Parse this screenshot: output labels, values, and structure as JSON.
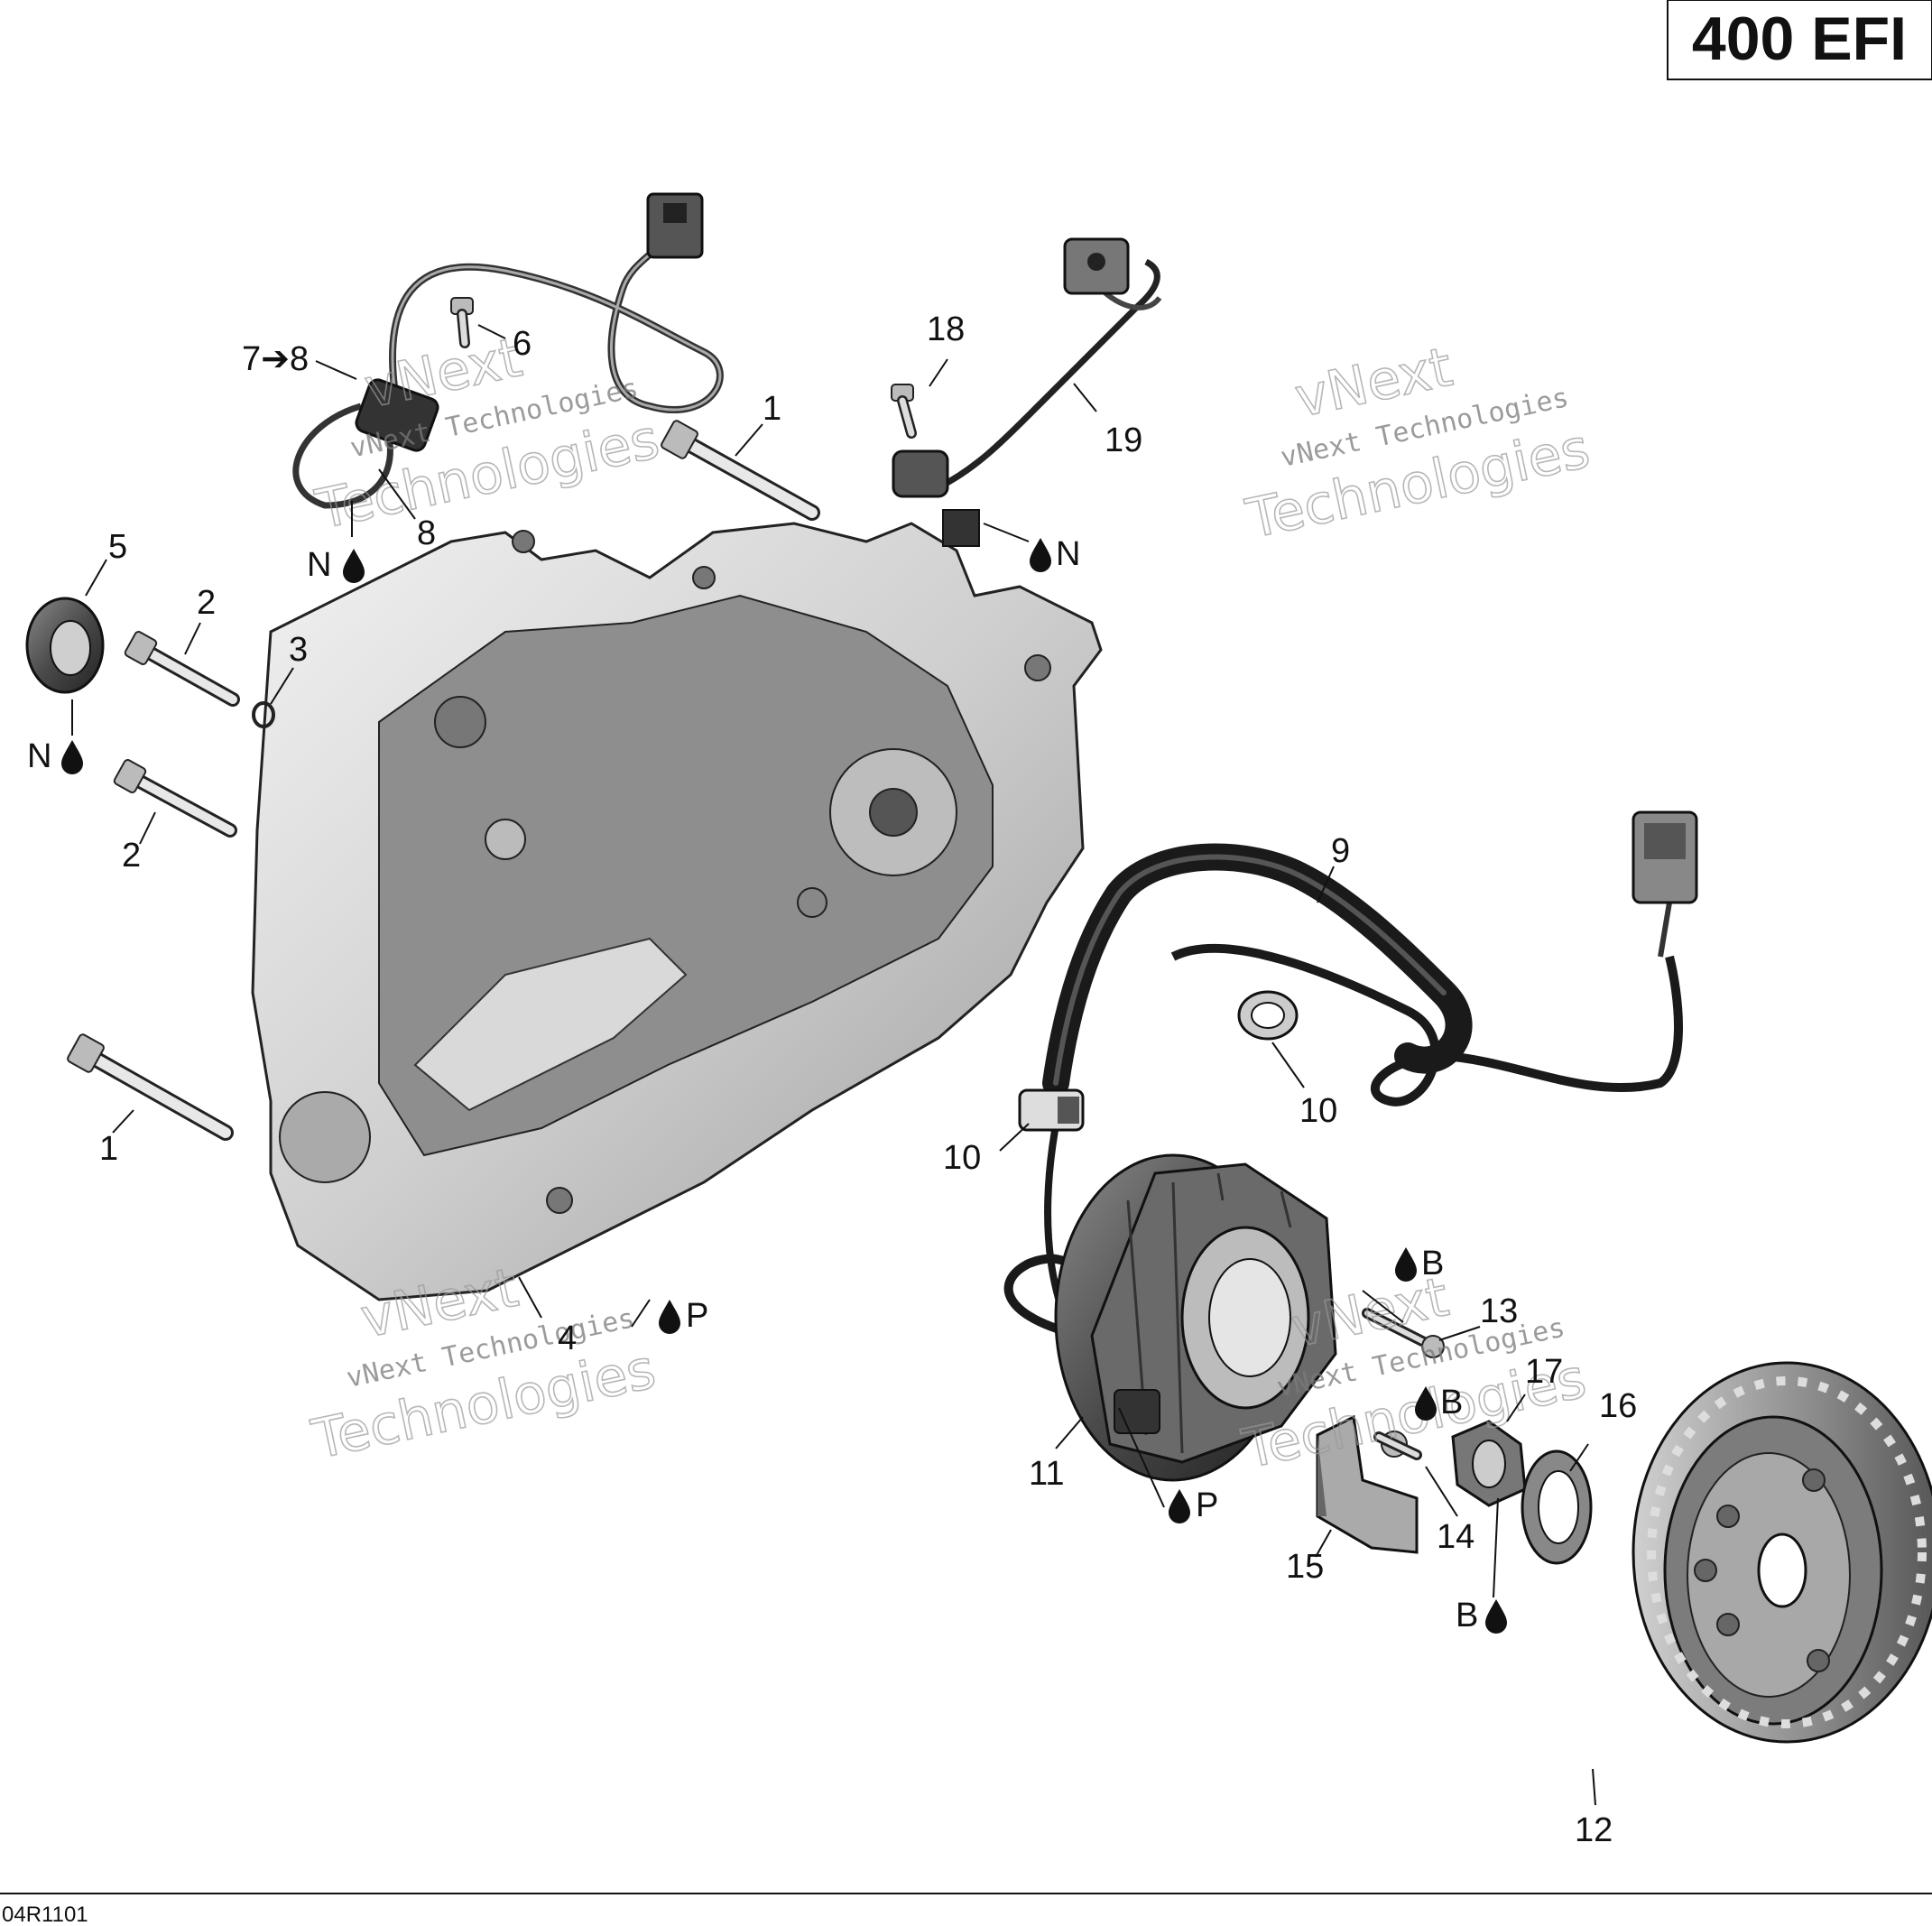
{
  "model_label": "400 EFI",
  "reference_code": "04R1101",
  "watermark": {
    "line1": "vNext",
    "line2": "vNext Technologies",
    "line3": "Technologies"
  },
  "callouts": [
    {
      "id": "c1a",
      "text": "1"
    },
    {
      "id": "c1b",
      "text": "1"
    },
    {
      "id": "c2a",
      "text": "2"
    },
    {
      "id": "c2b",
      "text": "2"
    },
    {
      "id": "c3",
      "text": "3"
    },
    {
      "id": "c4",
      "text": "4"
    },
    {
      "id": "c5",
      "text": "5"
    },
    {
      "id": "c6",
      "text": "6"
    },
    {
      "id": "c7",
      "text": "7➔8"
    },
    {
      "id": "c8",
      "text": "8"
    },
    {
      "id": "c9",
      "text": "9"
    },
    {
      "id": "c10a",
      "text": "10"
    },
    {
      "id": "c10b",
      "text": "10"
    },
    {
      "id": "c11",
      "text": "11"
    },
    {
      "id": "c12",
      "text": "12"
    },
    {
      "id": "c13",
      "text": "13"
    },
    {
      "id": "c14",
      "text": "14"
    },
    {
      "id": "c15",
      "text": "15"
    },
    {
      "id": "c16",
      "text": "16"
    },
    {
      "id": "c17",
      "text": "17"
    },
    {
      "id": "c18",
      "text": "18"
    },
    {
      "id": "c19",
      "text": "19"
    }
  ],
  "lubricant_marks": [
    {
      "id": "m1",
      "text": "N"
    },
    {
      "id": "m2",
      "text": "N"
    },
    {
      "id": "m3",
      "text": "N"
    },
    {
      "id": "m4",
      "text": "P"
    },
    {
      "id": "m5",
      "text": "P"
    },
    {
      "id": "m6",
      "text": "B"
    },
    {
      "id": "m7",
      "text": "B"
    },
    {
      "id": "m8",
      "text": "B"
    }
  ]
}
